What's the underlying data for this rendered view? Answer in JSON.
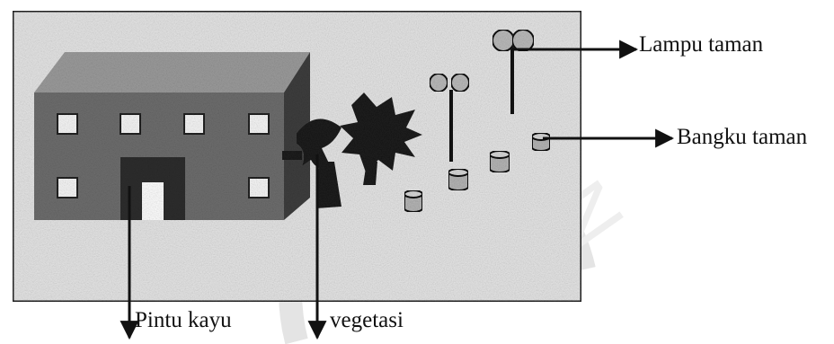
{
  "labels": {
    "lampu_taman": "Lampu taman",
    "bangku_taman": "Bangku taman",
    "pintu_kayu": "Pintu kayu",
    "vegetasi": "vegetasi"
  },
  "colors": {
    "ink": "#111111",
    "scene_background": "#e6e6e6",
    "building_front": "#6e6e6e",
    "building_roof": "#9c9c9c",
    "building_side": "#3e3e3e",
    "vegetation": "#1c1c1c",
    "watermark": "#e4e4e4"
  },
  "icons": [
    "building-icon",
    "tree-icon",
    "lamp-icon",
    "bench-icon",
    "arrow-icon"
  ]
}
